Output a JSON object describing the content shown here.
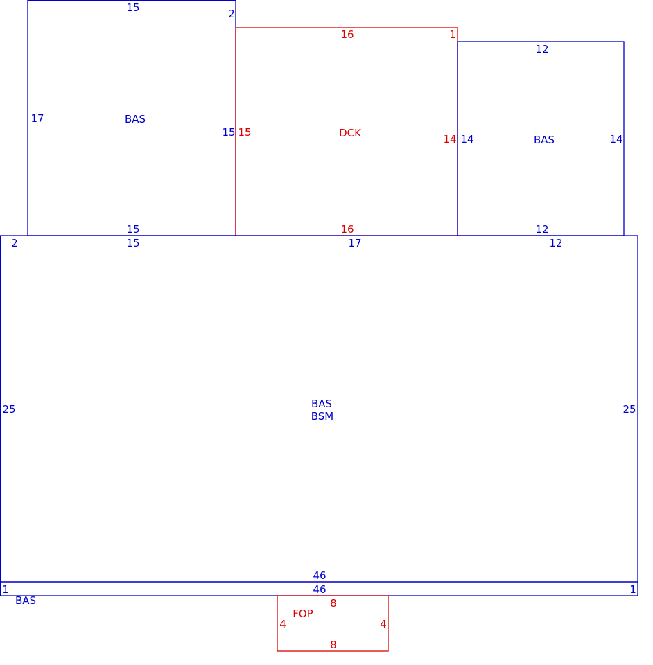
{
  "colors": {
    "bas": "#0000cc",
    "dck": "#dd0000",
    "fop": "#dd0000"
  },
  "areas": {
    "bas_upper_left": {
      "label": "BAS",
      "dims": {
        "top": "15",
        "top_jog": "2",
        "left": "17",
        "right": "15",
        "bottom": "15"
      }
    },
    "dck": {
      "label": "DCK",
      "dims": {
        "top": "16",
        "top_jog": "1",
        "left": "15",
        "right": "14",
        "bottom": "16"
      }
    },
    "bas_upper_right": {
      "label": "BAS",
      "dims": {
        "top": "12",
        "left": "14",
        "right": "14",
        "bottom": "12"
      }
    },
    "bas_main": {
      "label": "BAS",
      "label2": "BSM",
      "dims": {
        "top_jog": "2",
        "top_a": "15",
        "top_b": "17",
        "top_c": "12",
        "left": "25",
        "right": "25",
        "bottom": "46"
      }
    },
    "bas_strip": {
      "label": "BAS",
      "dims": {
        "top": "46",
        "left": "1",
        "right": "1"
      }
    },
    "fop": {
      "label": "FOP",
      "dims": {
        "top": "8",
        "left": "4",
        "right": "4",
        "bottom": "8"
      }
    }
  }
}
